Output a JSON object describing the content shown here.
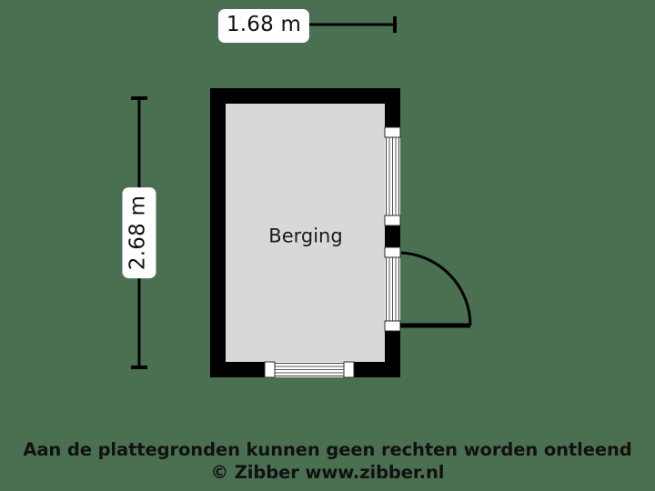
{
  "document": {
    "type": "floor-plan",
    "background_color": "#4a7051",
    "room_fill_color": "#d8d8d8",
    "wall_color": "#000000"
  },
  "dimensions": {
    "top": {
      "label": "1.68 m",
      "axis": "horizontal"
    },
    "left": {
      "label": "2.68 m",
      "axis": "vertical"
    }
  },
  "rooms": [
    {
      "name": "Berging",
      "fill": "#d8d8d8"
    }
  ],
  "openings": [
    {
      "name": "window-right-upper",
      "type": "window",
      "wall": "right"
    },
    {
      "name": "door-right-lower",
      "type": "door",
      "wall": "right",
      "swing": "outward-clockwise"
    },
    {
      "name": "window-bottom",
      "type": "window",
      "wall": "bottom"
    }
  ],
  "footer": {
    "line1": "Aan de plattegronden kunnen geen rechten worden ontleend",
    "line2": "© Zibber www.zibber.nl"
  }
}
